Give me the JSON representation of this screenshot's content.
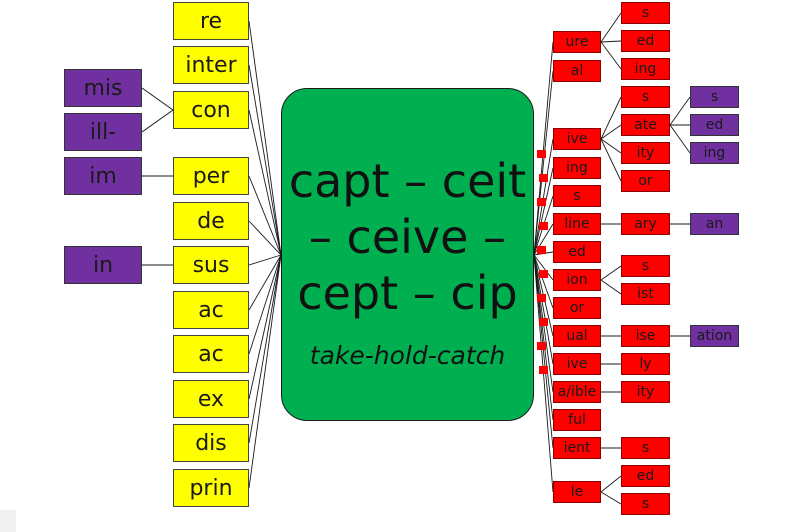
{
  "root": {
    "words": [
      "capt – ceit",
      "– ceive –",
      "cept – cip"
    ],
    "meaning": "take-hold-catch"
  },
  "prefixes": [
    "re",
    "inter",
    "con",
    "per",
    "de",
    "sus",
    "ac",
    "ac",
    "ex",
    "dis",
    "prin"
  ],
  "outer_prefixes": [
    {
      "label": "mis",
      "attach": 2
    },
    {
      "label": "ill-",
      "attach": 2
    },
    {
      "label": "im",
      "attach": 3
    },
    {
      "label": "in",
      "attach": 5
    }
  ],
  "suffixes": [
    {
      "label": "ure",
      "children": [
        {
          "label": "s",
          "children": []
        },
        {
          "label": "ed",
          "children": []
        },
        {
          "label": "ing",
          "children": []
        }
      ]
    },
    {
      "label": "al",
      "children": []
    },
    {
      "label": "ive",
      "children": [
        {
          "label": "s",
          "children": []
        },
        {
          "label": "ate",
          "children": [
            {
              "label": "s"
            },
            {
              "label": "ed"
            },
            {
              "label": "ing"
            }
          ]
        },
        {
          "label": "ity",
          "children": []
        },
        {
          "label": "or",
          "children": []
        }
      ]
    },
    {
      "label": "ing",
      "children": []
    },
    {
      "label": "s",
      "children": []
    },
    {
      "label": "line",
      "children": [
        {
          "label": "ary",
          "children": [
            {
              "label": "an"
            }
          ]
        }
      ]
    },
    {
      "label": "ed",
      "children": []
    },
    {
      "label": "ion",
      "children": [
        {
          "label": "s",
          "children": []
        },
        {
          "label": "ist",
          "children": []
        }
      ]
    },
    {
      "label": "or",
      "children": []
    },
    {
      "label": "ual",
      "children": [
        {
          "label": "ise",
          "children": [
            {
              "label": "ation"
            }
          ]
        }
      ]
    },
    {
      "label": "ive",
      "children": [
        {
          "label": "ly",
          "children": []
        }
      ]
    },
    {
      "label": "a/ible",
      "children": [
        {
          "label": "ity",
          "children": []
        }
      ]
    },
    {
      "label": "ful",
      "children": []
    },
    {
      "label": "ient",
      "children": [
        {
          "label": "s",
          "children": []
        }
      ]
    },
    {
      "label": "le",
      "children": [
        {
          "label": "ed",
          "children": []
        },
        {
          "label": "s",
          "children": []
        }
      ]
    }
  ],
  "colors": {
    "root": "#00b050",
    "prefix": "#ffff00",
    "outer_prefix": "#7030a0",
    "suffix": "#ff0000",
    "suffix_level3": "#7030a0"
  }
}
